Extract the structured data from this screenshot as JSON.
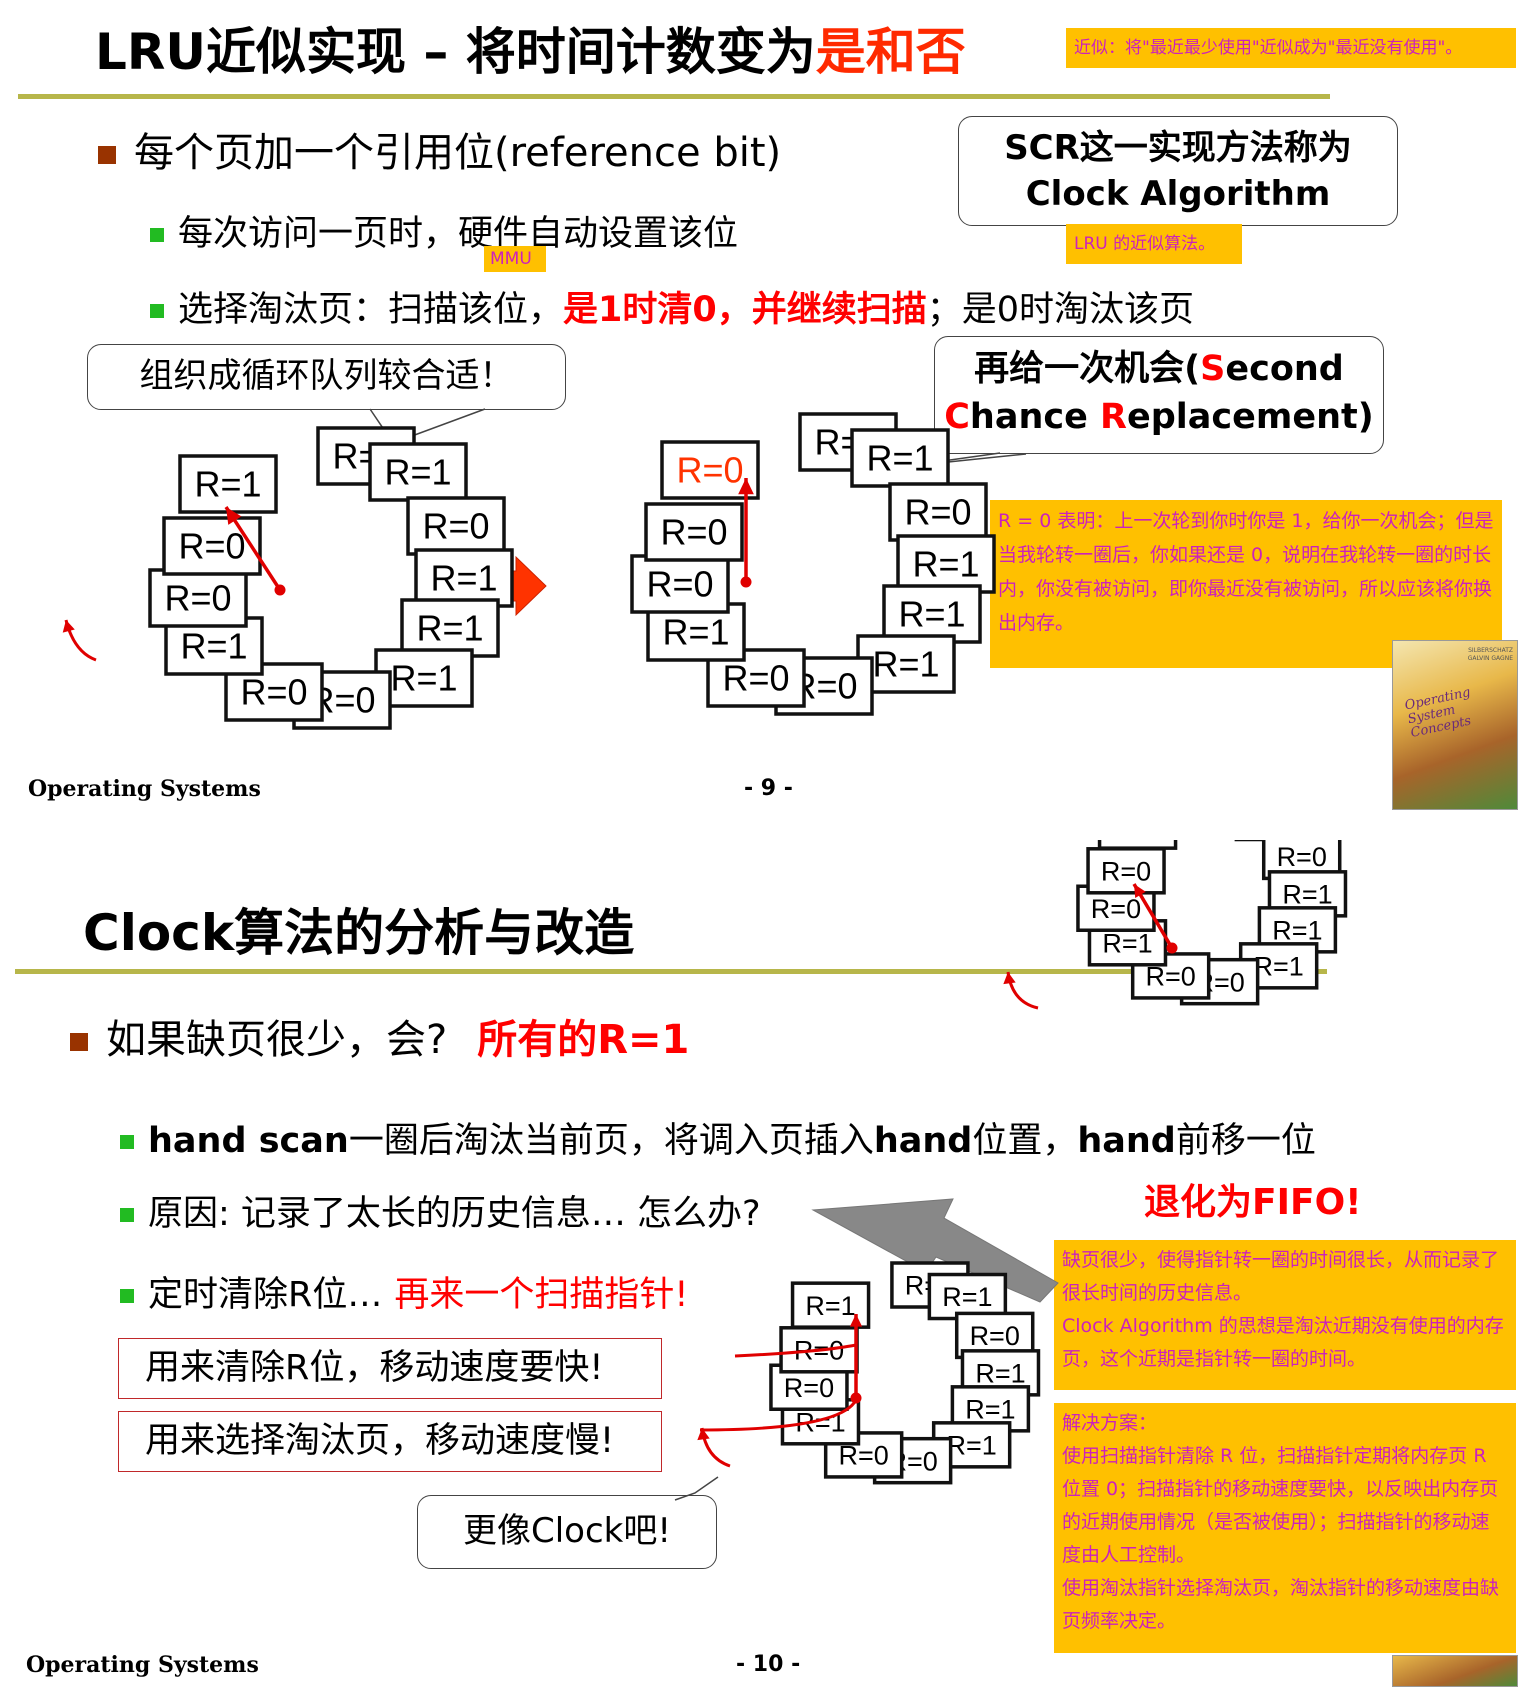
{
  "slide9": {
    "title_main": "LRU近似实现 – 将时间计数变为",
    "title_red": "是和否",
    "title_note": "近似：将\"最近最少使用\"近似成为\"最近没有使用\"。",
    "bullet1": "每个页加一个引用位(reference bit)",
    "sub1": "每次访问一页时，硬件自动设置该位",
    "mmu_tag": "MMU",
    "sub2_a": "选择淘汰页：扫描该位，",
    "sub2_red": "是1时清0，并继续扫描",
    "sub2_b": "；是0时淘汰该页",
    "callout_scr_line1": "SCR这一实现方法称为",
    "callout_scr_line2": "Clock Algorithm",
    "lru_note": "LRU 的近似算法。",
    "callout_queue": "组织成循环队列较合适！",
    "callout_second_line1_pre": "再给一次机会(",
    "callout_second_S": "S",
    "callout_second_line1_post": "econd",
    "callout_second_C": "C",
    "callout_second_line2_mid": "hance ",
    "callout_second_R": "R",
    "callout_second_line2_post": "eplacement)",
    "r0_note": "R = 0 表明：上一次轮到你时你是 1，给你一次机会；但是当我轮转一圈后，你如果还是 0，说明在我轮转一圈的时长内，你没有被访问，即你最近没有被访问，所以应该将你换出内存。",
    "cover_text": "Operating System Concepts",
    "cover_authors": "SILBERSCHATZ GALVIN GAGNE",
    "footer_left": "Operating Systems",
    "footer_page": "- 9 -",
    "clock1": [
      "R=1",
      "R=1",
      "R=0",
      "R=1",
      "R=1",
      "R=1",
      "R=0",
      "R=0",
      "R=1",
      "R=0",
      "R=0",
      "R=1"
    ],
    "clock2": [
      "R=1",
      "R=1",
      "R=0",
      "R=1",
      "R=1",
      "R=1",
      "R=0",
      "R=0",
      "R=1",
      "R=0",
      "R=0",
      "R=0"
    ]
  },
  "slide10": {
    "title": "Clock算法的分析与改造",
    "bullet1_a": "如果缺页很少，会?",
    "bullet1_red": "所有的R=1",
    "sub1_bold1": "hand scan",
    "sub1_mid": "一圈后淘汰当前页，将调入页插入",
    "sub1_bold2": "hand",
    "sub1_mid2": "位置，",
    "sub1_bold3": "hand",
    "sub1_end": "前移一位",
    "fifo": "退化为FIFO!",
    "sub2": "原因: 记录了太长的历史信息… 怎么办?",
    "sub3_a": "定时清除R位…",
    "sub3_red": "再来一个扫描指针!",
    "box1": "用来清除R位，移动速度要快!",
    "box2": "用来选择淘汰页，移动速度慢!",
    "callout_clock": "更像Clock吧!",
    "note1": "缺页很少，使得指针转一圈的时间很长，从而记录了很长时间的历史信息。\nClock Algorithm 的思想是淘汰近期没有使用的内存页，这个近期是指针转一圈的时间。",
    "note2": "解决方案：\n使用扫描指针清除 R 位，扫描指针定期将内存页 R 位置 0；扫描指针的移动速度要快，以反映出内存页的近期使用情况（是否被使用）；扫描指针的移动速度由人工控制。\n使用淘汰指针选择淘汰页，淘汰指针的移动速度由缺页频率决定。",
    "footer_left": "Operating Systems",
    "footer_page": "- 10 -",
    "clock3": [
      "R=1",
      "R=1",
      "R=0",
      "R=1",
      "R=1",
      "R=1",
      "R=0",
      "R=0",
      "R=1",
      "R=0",
      "R=0",
      "R=1"
    ],
    "clock4": [
      "R=1",
      "R=1",
      "R=0",
      "R=1",
      "R=1",
      "R=1",
      "R=0",
      "R=0",
      "R=1",
      "R=0",
      "R=0",
      "R=1"
    ]
  },
  "colors": {
    "accent_red": "#ff2a00",
    "rule": "#b7b64a",
    "note_bg": "#ffc000",
    "note_text": "#cc22bb",
    "bullet": "#993300",
    "sub_bullet": "#22bb22"
  }
}
